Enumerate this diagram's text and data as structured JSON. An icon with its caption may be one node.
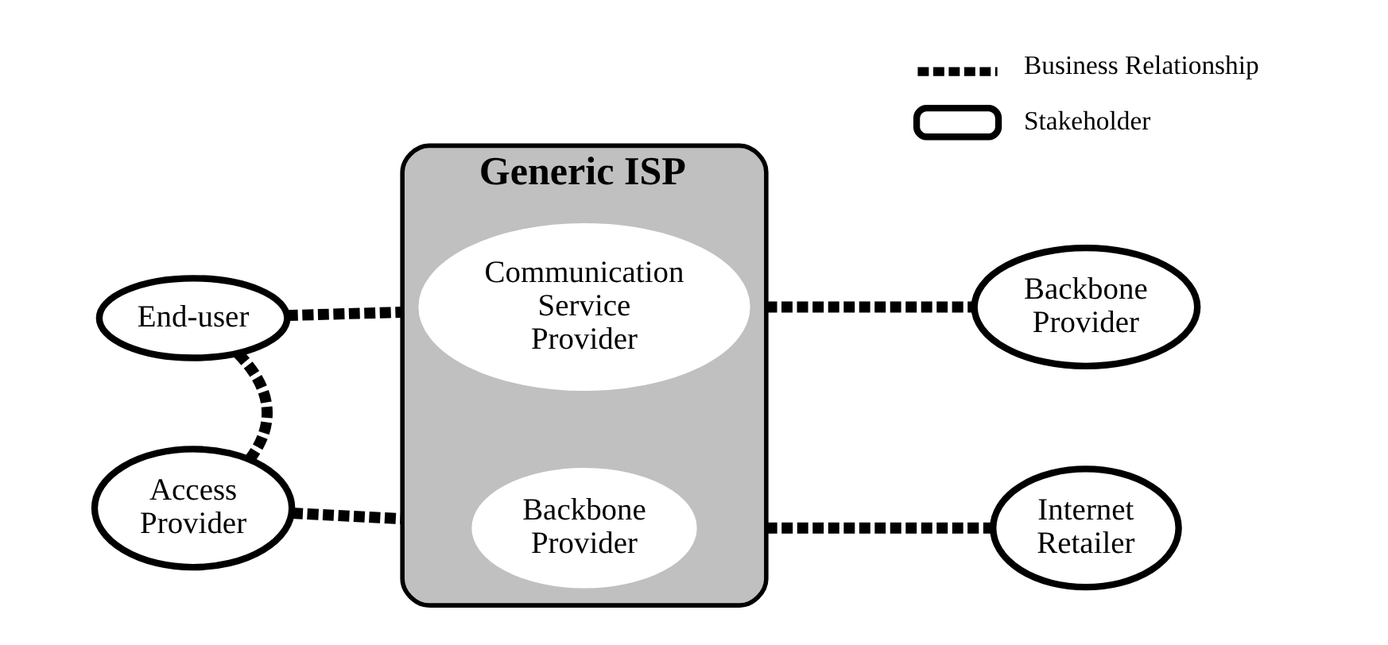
{
  "diagram": {
    "nodes": [
      {
        "text": [
          "Generic ISP"
        ]
      },
      {
        "text": [
          "Communication Service Provider"
        ],
        "in": 0
      },
      {
        "text": [
          "Backbone Provider"
        ],
        "in": 0
      },
      {
        "text": [
          "End-user"
        ]
      },
      {
        "text": [
          "Access Provider"
        ]
      },
      {
        "text": [
          "Backbone Provider"
        ]
      },
      {
        "text": [
          "Internet Retailer"
        ]
      }
    ],
    "edges": [
      {
        "from": 3,
        "to": 0,
        "arrow": "none",
        "style": "dashed"
      },
      {
        "from": 3,
        "to": 4,
        "arrow": "none",
        "style": "dashed"
      },
      {
        "from": 4,
        "to": 0,
        "arrow": "none",
        "style": "dashed"
      },
      {
        "from": 0,
        "to": 5,
        "arrow": "none",
        "style": "dashed"
      },
      {
        "from": 0,
        "to": 6,
        "arrow": "none",
        "style": "dashed"
      }
    ],
    "legend": [
      {
        "text": "Business Relationship"
      },
      {
        "text": "Stakeholder"
      }
    ]
  }
}
